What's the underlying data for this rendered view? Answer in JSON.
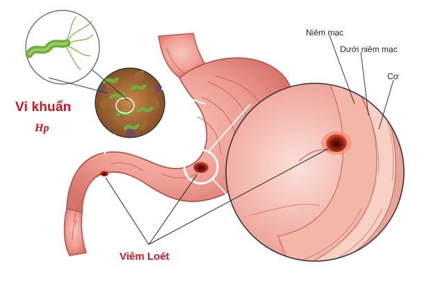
{
  "labels": {
    "mucosa": "Niêm mạc",
    "submucosa": "Dưới niêm mạc",
    "muscle": "Cơ",
    "bacteria_line1": "Vi khuẩn",
    "bacteria_line2": "Hp",
    "ulcer": "Viêm Loét"
  },
  "colors": {
    "stomach_wall": "#e98a82",
    "stomach_inner": "#f3b2a8",
    "outline": "#b8554d",
    "ulcer_core": "#7a1410",
    "label_red": "#d0121b",
    "bacteria_green": "#6fae3c"
  }
}
